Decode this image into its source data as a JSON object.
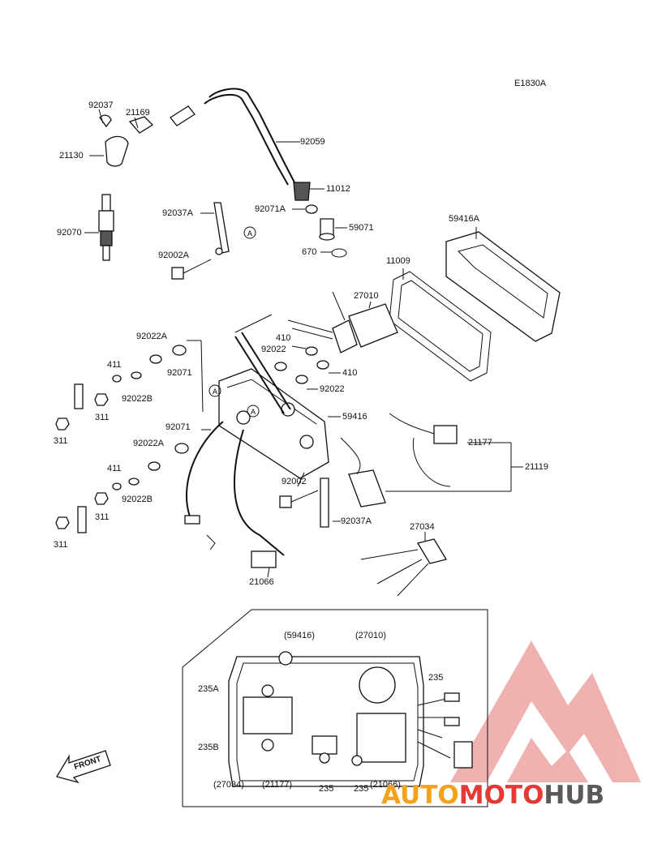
{
  "diagram_code": "E1830A",
  "front_label": "FRONT",
  "watermark": {
    "part1": "AUTO",
    "part2": "MOTO",
    "part3": "HUB",
    "colors": {
      "orange": "#f4a11c",
      "red": "#e53935",
      "grey": "#5a5a5a"
    }
  },
  "callouts": {
    "p92037": "92037",
    "p21169": "21169",
    "p21130": "21130",
    "p92059": "92059",
    "p11012": "11012",
    "p92037A_top": "92037A",
    "p92071A": "92071A",
    "p59071": "59071",
    "p92070": "92070",
    "p92002A": "92002A",
    "p670": "670",
    "p59416A": "59416A",
    "p11009": "11009",
    "p27010": "27010",
    "p92022A_top": "92022A",
    "p410_a": "410",
    "p92022_a": "92022",
    "p410_b": "410",
    "p411_top": "411",
    "p92071_top": "92071",
    "p92022B_top": "92022B",
    "p92022_b": "92022",
    "p311_a": "311",
    "p311_b": "311",
    "p59416": "59416",
    "p92071_mid": "92071",
    "p21177": "21177",
    "p92022A_mid": "92022A",
    "p21119": "21119",
    "p411_mid": "411",
    "p92002": "92002",
    "p92022B_mid": "92022B",
    "p92037A_low": "92037A",
    "p311_c": "311",
    "p27034": "27034",
    "p311_d": "311",
    "p21066": "21066",
    "i59416": "(59416)",
    "i27010": "(27010)",
    "i235_top": "235",
    "i235A": "235A",
    "i235B": "235B",
    "i27034": "(27034)",
    "i21177": "(21177)",
    "i235_b1": "235",
    "i235_b2": "235",
    "i21066": "(21066)"
  }
}
